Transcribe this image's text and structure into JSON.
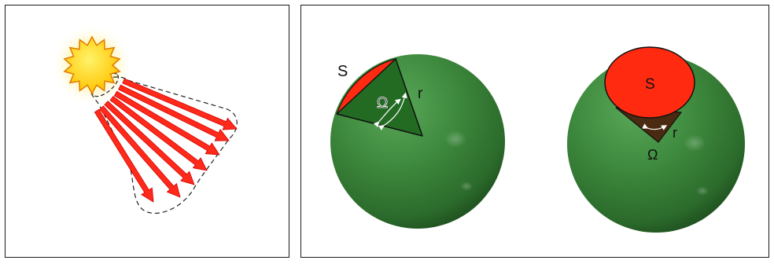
{
  "labels": {
    "source_area": "S",
    "solid_angle": "Ω",
    "radius": "r"
  },
  "colors": {
    "panel_border": "#1a1a1a",
    "sun_fill": "#ffd21a",
    "sun_stroke": "#e07a00",
    "ray_color": "#ff2a1a",
    "ray_outline": "#d00000",
    "sphere_green": "#3e8a3e",
    "sphere_dark": "#1e4e1e",
    "cone_fill": "#226a22",
    "cap_red": "#ff2a10",
    "apex_brown": "#4a2a10"
  },
  "icons": {
    "sun": "sun-icon",
    "ray": "arrow-icon"
  },
  "panels": [
    {
      "name": "radiance-panel",
      "description_hidden": true
    },
    {
      "name": "solid-angle-panel",
      "description_hidden": true
    }
  ]
}
